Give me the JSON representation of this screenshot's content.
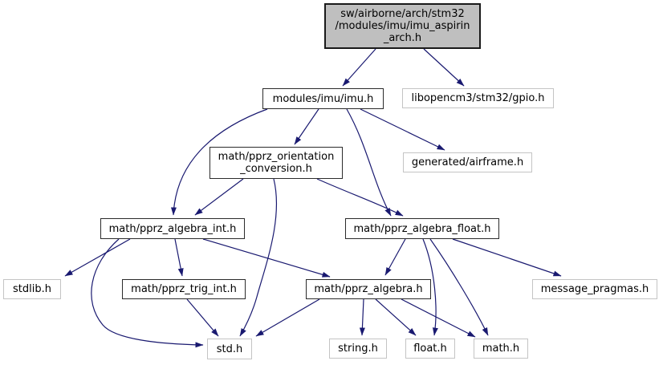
{
  "diagram": {
    "type": "include-dependency-graph",
    "colors": {
      "edge": "#191970",
      "root_fill": "#bfbfbf",
      "internal_border": "#2b2b2b",
      "external_border": "#c4c4c4",
      "background": "#ffffff"
    },
    "nodes": {
      "root": {
        "label": "sw/airborne/arch/stm32\n/modules/imu/imu_aspirin\n_arch.h"
      },
      "imu": {
        "label": "modules/imu/imu.h"
      },
      "gpio": {
        "label": "libopencm3/stm32/gpio.h"
      },
      "orientation": {
        "label": "math/pprz_orientation\n_conversion.h"
      },
      "airframe": {
        "label": "generated/airframe.h"
      },
      "algebra_int": {
        "label": "math/pprz_algebra_int.h"
      },
      "algebra_float": {
        "label": "math/pprz_algebra_float.h"
      },
      "stdlib": {
        "label": "stdlib.h"
      },
      "trig_int": {
        "label": "math/pprz_trig_int.h"
      },
      "algebra": {
        "label": "math/pprz_algebra.h"
      },
      "message_pragmas": {
        "label": "message_pragmas.h"
      },
      "std": {
        "label": "std.h"
      },
      "string": {
        "label": "string.h"
      },
      "float": {
        "label": "float.h"
      },
      "math": {
        "label": "math.h"
      }
    },
    "edges": [
      {
        "from": "root",
        "to": "imu"
      },
      {
        "from": "root",
        "to": "gpio"
      },
      {
        "from": "imu",
        "to": "orientation"
      },
      {
        "from": "imu",
        "to": "airframe"
      },
      {
        "from": "imu",
        "to": "algebra_int"
      },
      {
        "from": "imu",
        "to": "algebra_float"
      },
      {
        "from": "orientation",
        "to": "algebra_int"
      },
      {
        "from": "orientation",
        "to": "algebra_float"
      },
      {
        "from": "orientation",
        "to": "std"
      },
      {
        "from": "algebra_int",
        "to": "stdlib"
      },
      {
        "from": "algebra_int",
        "to": "trig_int"
      },
      {
        "from": "algebra_int",
        "to": "algebra"
      },
      {
        "from": "algebra_int",
        "to": "std"
      },
      {
        "from": "trig_int",
        "to": "std"
      },
      {
        "from": "algebra",
        "to": "std"
      },
      {
        "from": "algebra",
        "to": "string"
      },
      {
        "from": "algebra",
        "to": "float"
      },
      {
        "from": "algebra",
        "to": "math"
      },
      {
        "from": "algebra_float",
        "to": "algebra"
      },
      {
        "from": "algebra_float",
        "to": "float"
      },
      {
        "from": "algebra_float",
        "to": "math"
      },
      {
        "from": "algebra_float",
        "to": "message_pragmas"
      }
    ]
  }
}
